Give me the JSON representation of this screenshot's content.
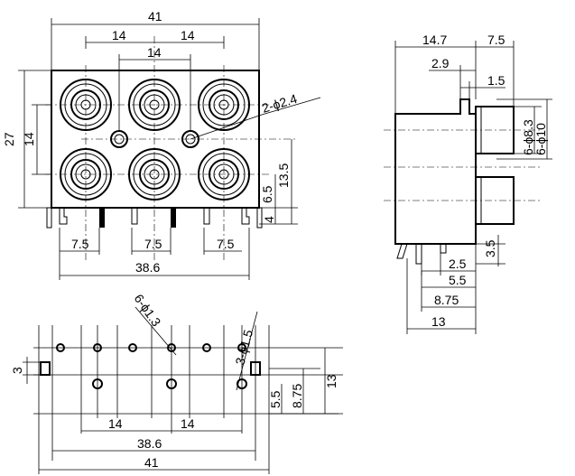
{
  "front": {
    "width": "41",
    "row_pitch_a": "14",
    "row_pitch_b": "14",
    "center_pitch": "14",
    "height": "27",
    "row_spacing": "14",
    "mount_hole": "2-ϕ2.4",
    "dim_13_5": "13.5",
    "dim_6_5": "6.5",
    "dim_4": "4",
    "pin_7_5_a": "7.5",
    "pin_7_5_b": "7.5",
    "pin_7_5_c": "7.5",
    "pin_span": "38.6"
  },
  "side": {
    "depth": "14.7",
    "front_proj": "7.5",
    "dim_2_9": "2.9",
    "dim_1_5": "1.5",
    "dia_8_3": "6-ϕ8.3",
    "dia_10": "6-ϕ10",
    "dim_3_5": "3.5",
    "dim_2_5": "2.5",
    "dim_5_5": "5.5",
    "dim_8_75": "8.75",
    "dim_13": "13"
  },
  "bottom": {
    "hole_6": "6-ϕ1.3",
    "hole_3": "3-ϕ1.5",
    "dim_3": "3",
    "dim_5_5": "5.5",
    "dim_8_75": "8.75",
    "dim_13": "13",
    "pitch_a": "14",
    "pitch_b": "14",
    "pin_span": "38.6",
    "width": "41"
  }
}
